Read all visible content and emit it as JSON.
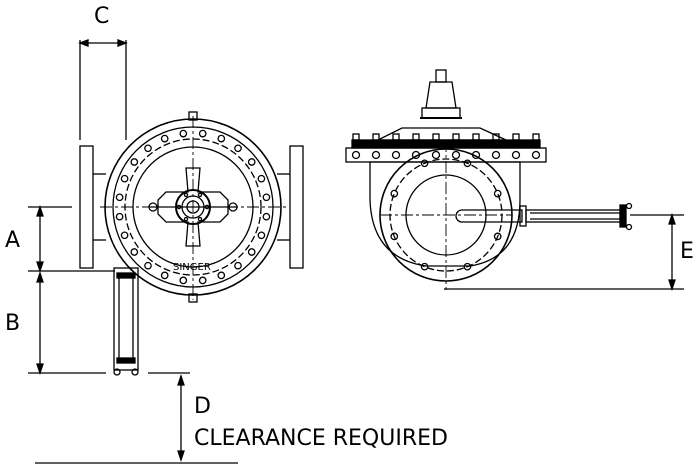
{
  "dimensions": {
    "a": "A",
    "b": "B",
    "c": "C",
    "d": "D",
    "e": "E"
  },
  "clearance_note": "CLEARANCE REQUIRED",
  "brand_mark": "SINGER"
}
